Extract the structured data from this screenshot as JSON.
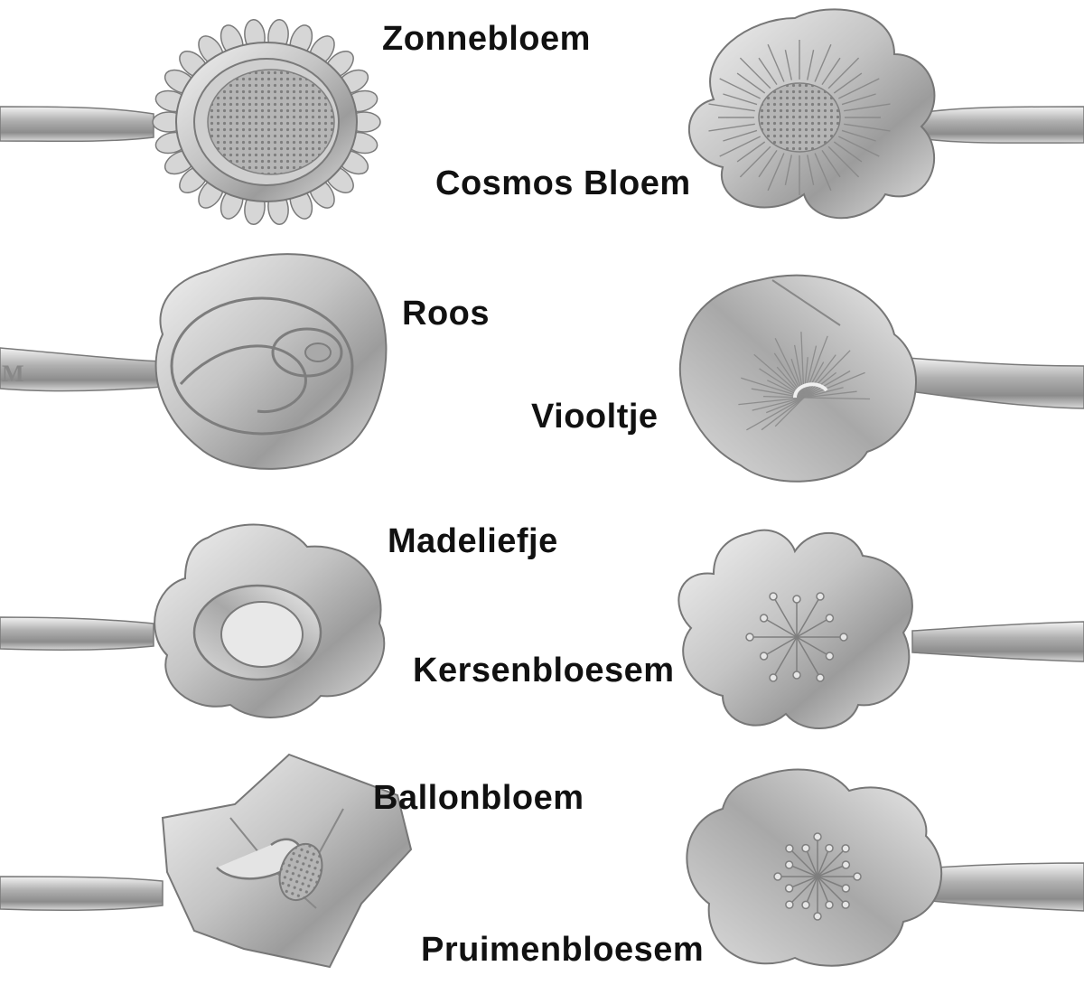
{
  "colors": {
    "background": "#ffffff",
    "label_text": "#111111",
    "steel_light": "#eeeeee",
    "steel_mid": "#b9b9b9",
    "steel_dark": "#8a8a8a",
    "steel_edge": "#6f6f6f"
  },
  "spoons": [
    {
      "label": "Zonnebloem"
    },
    {
      "label": "Cosmos Bloem"
    },
    {
      "label": "Roos"
    },
    {
      "label": "Viooltje"
    },
    {
      "label": "Madeliefje"
    },
    {
      "label": "Kersenbloesem"
    },
    {
      "label": "Ballonbloem"
    },
    {
      "label": "Pruimenbloesem"
    }
  ]
}
